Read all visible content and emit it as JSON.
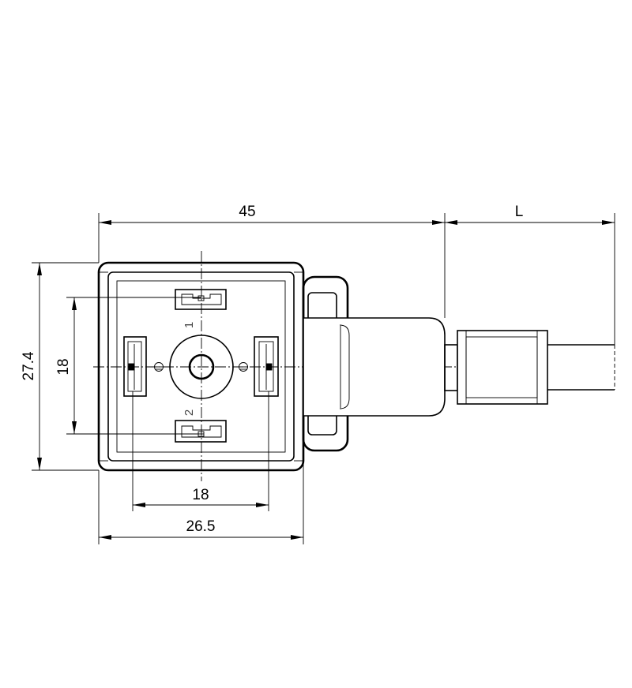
{
  "dimensions": {
    "overall_length": "45",
    "cable_length": "L",
    "body_height": "27.4",
    "pin_vertical_spacing": "18",
    "pin_horizontal_spacing": "18",
    "body_width": "26.5"
  },
  "pins": {
    "top": "1",
    "bottom": "2"
  },
  "icons": {
    "ground_left": "ground-symbol",
    "ground_right": "ground-symbol"
  }
}
